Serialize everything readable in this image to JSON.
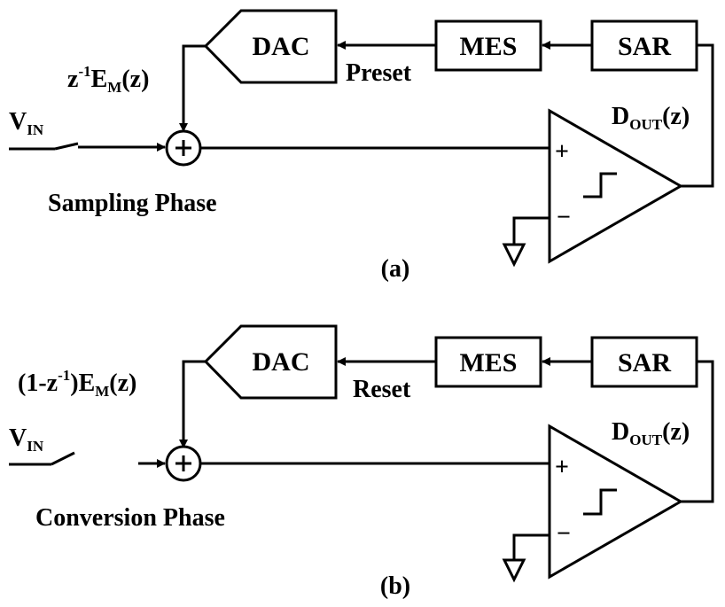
{
  "diagram": {
    "blocks": {
      "dac": "DAC",
      "mes": "MES",
      "sar": "SAR"
    },
    "signals": {
      "v": "V",
      "v_sub": "IN",
      "d": "D",
      "d_sub": "OUT",
      "d_arg": "(z)",
      "plus_sign": "+",
      "minus_sign": "−"
    },
    "panel_a": {
      "feedback_pre": "z",
      "feedback_sup": "-1",
      "feedback_e": "E",
      "feedback_sub": "M",
      "feedback_post": "(z)",
      "control": "Preset",
      "phase": "Sampling Phase",
      "tag": "(a)"
    },
    "panel_b": {
      "feedback_pre": "(1-z",
      "feedback_sup": "-1",
      "feedback_e": ")E",
      "feedback_sub": "M",
      "feedback_post": "(z)",
      "control": "Reset",
      "phase": "Conversion Phase",
      "tag": "(b)"
    }
  }
}
